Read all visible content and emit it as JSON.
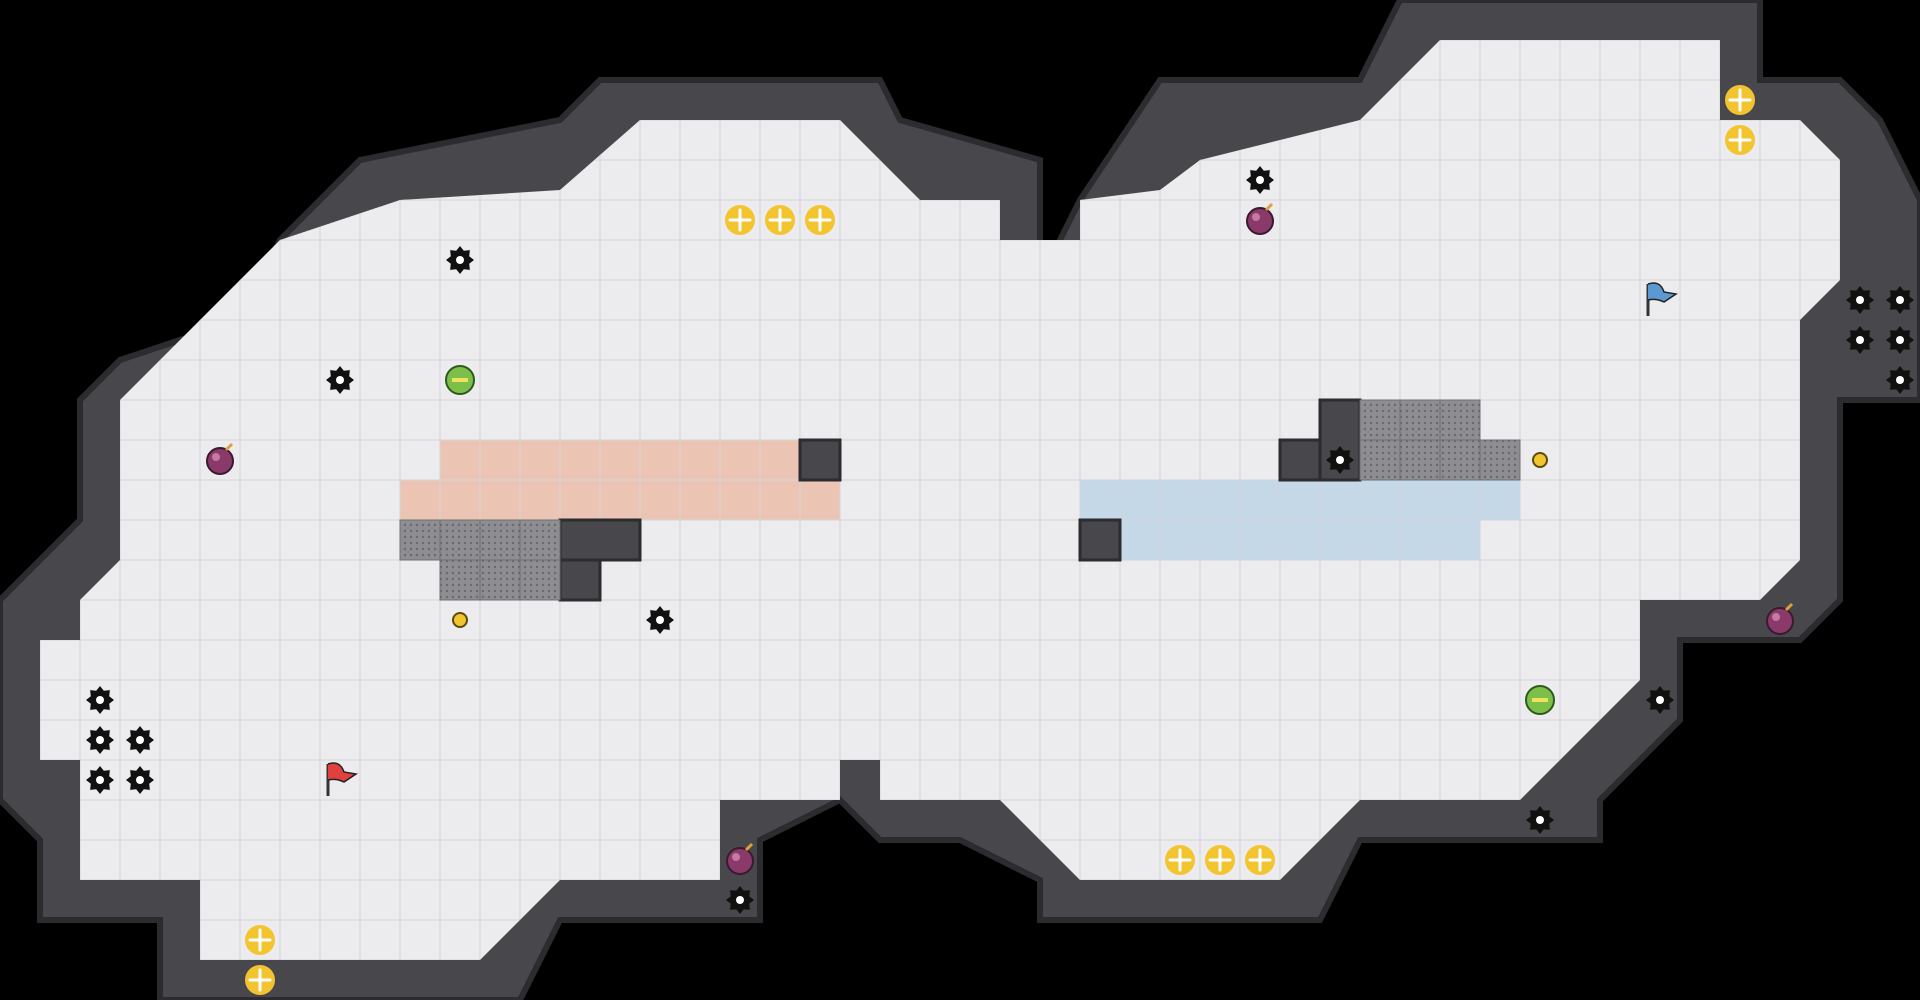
{
  "game": {
    "mode": "capture-the-flag-arena",
    "colors": {
      "background": "#000000",
      "wall": "#48484c",
      "wall_edge": "#2c2c30",
      "floor": "#ececee",
      "grid_line": "#d6d6da",
      "red_zone": "#ecc4b4",
      "blue_zone": "#c4d8e8",
      "spike_tile": "#8a8a8e",
      "boost": "#f4c430",
      "bomb": "#8a3a6a",
      "speed_pad": "#7cc04a",
      "red_flag": "#e04040",
      "blue_flag": "#5a9ad0"
    },
    "teams": [
      {
        "name": "red",
        "flag_icon": "red-flag-icon",
        "zone_color": "#ecc4b4"
      },
      {
        "name": "blue",
        "flag_icon": "blue-flag-icon",
        "zone_color": "#c4d8e8"
      }
    ],
    "entities": [
      {
        "kind": "flag",
        "team": "red",
        "icon": "red-flag-icon",
        "col": 7,
        "row": 18
      },
      {
        "kind": "flag",
        "team": "blue",
        "icon": "blue-flag-icon",
        "col": 40,
        "row": 6
      },
      {
        "kind": "bomb",
        "icon": "bomb-icon",
        "col": 4,
        "row": 10
      },
      {
        "kind": "bomb",
        "icon": "bomb-icon",
        "col": 30,
        "row": 4
      },
      {
        "kind": "bomb",
        "icon": "bomb-icon",
        "col": 43,
        "row": 14
      },
      {
        "kind": "bomb",
        "icon": "bomb-icon",
        "col": 17,
        "row": 20
      },
      {
        "kind": "speed-pad",
        "icon": "speed-pad-icon",
        "col": 10,
        "row": 8
      },
      {
        "kind": "speed-pad",
        "icon": "speed-pad-icon",
        "col": 37,
        "row": 16
      },
      {
        "kind": "boost",
        "icon": "boost-icon",
        "col": 17,
        "row": 4
      },
      {
        "kind": "boost",
        "icon": "boost-icon",
        "col": 18,
        "row": 4
      },
      {
        "kind": "boost",
        "icon": "boost-icon",
        "col": 19,
        "row": 4
      },
      {
        "kind": "boost",
        "icon": "boost-icon",
        "col": 28,
        "row": 20
      },
      {
        "kind": "boost",
        "icon": "boost-icon",
        "col": 29,
        "row": 20
      },
      {
        "kind": "boost",
        "icon": "boost-icon",
        "col": 30,
        "row": 20
      },
      {
        "kind": "boost",
        "icon": "boost-icon",
        "col": 42,
        "row": 1
      },
      {
        "kind": "boost",
        "icon": "boost-icon",
        "col": 42,
        "row": 2
      },
      {
        "kind": "boost",
        "icon": "boost-icon",
        "col": 5,
        "row": 22
      },
      {
        "kind": "boost",
        "icon": "boost-icon",
        "col": 5,
        "row": 23
      },
      {
        "kind": "button",
        "icon": "button-icon",
        "col": 10,
        "row": 14
      },
      {
        "kind": "button",
        "icon": "button-icon",
        "col": 37,
        "row": 10
      },
      {
        "kind": "spike",
        "icon": "spike-icon",
        "col": 10,
        "row": 5
      },
      {
        "kind": "spike",
        "icon": "spike-icon",
        "col": 7,
        "row": 8
      },
      {
        "kind": "spike",
        "icon": "spike-icon",
        "col": 15,
        "row": 14
      },
      {
        "kind": "spike",
        "icon": "spike-icon",
        "col": 1,
        "row": 16
      },
      {
        "kind": "spike",
        "icon": "spike-icon",
        "col": 1,
        "row": 17
      },
      {
        "kind": "spike",
        "icon": "spike-icon",
        "col": 2,
        "row": 17
      },
      {
        "kind": "spike",
        "icon": "spike-icon",
        "col": 1,
        "row": 18
      },
      {
        "kind": "spike",
        "icon": "spike-icon",
        "col": 2,
        "row": 18
      },
      {
        "kind": "spike",
        "icon": "spike-icon",
        "col": 17,
        "row": 21
      },
      {
        "kind": "spike",
        "icon": "spike-icon",
        "col": 30,
        "row": 3
      },
      {
        "kind": "spike",
        "icon": "spike-icon",
        "col": 32,
        "row": 10
      },
      {
        "kind": "spike",
        "icon": "spike-icon",
        "col": 40,
        "row": 16
      },
      {
        "kind": "spike",
        "icon": "spike-icon",
        "col": 37,
        "row": 19
      },
      {
        "kind": "spike",
        "icon": "spike-icon",
        "col": 45,
        "row": 6
      },
      {
        "kind": "spike",
        "icon": "spike-icon",
        "col": 46,
        "row": 6
      },
      {
        "kind": "spike",
        "icon": "spike-icon",
        "col": 45,
        "row": 7
      },
      {
        "kind": "spike",
        "icon": "spike-icon",
        "col": 46,
        "row": 7
      },
      {
        "kind": "spike",
        "icon": "spike-icon",
        "col": 46,
        "row": 8
      }
    ]
  }
}
